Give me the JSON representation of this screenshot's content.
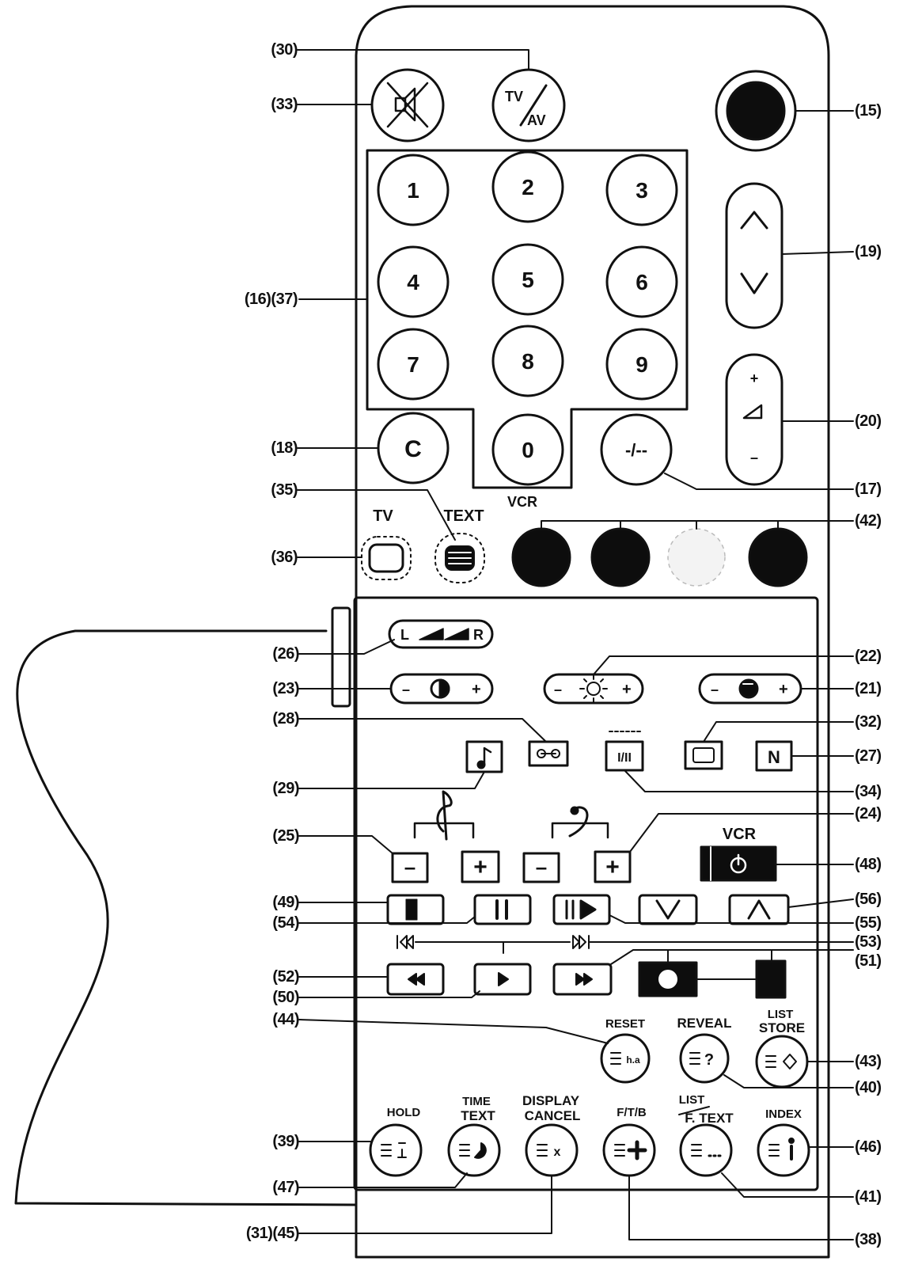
{
  "callouts": {
    "c30": "(30)",
    "c33": "(33)",
    "c15": "(15)",
    "c19": "(19)",
    "c16_37": "(16)(37)",
    "c20": "(20)",
    "c18": "(18)",
    "c35": "(35)",
    "c17": "(17)",
    "c42": "(42)",
    "c36": "(36)",
    "c26": "(26)",
    "c22": "(22)",
    "c23": "(23)",
    "c21": "(21)",
    "c28": "(28)",
    "c32": "(32)",
    "c27": "(27)",
    "c29": "(29)",
    "c34": "(34)",
    "c24": "(24)",
    "c25": "(25)",
    "c48": "(48)",
    "c49": "(49)",
    "c56": "(56)",
    "c54": "(54)",
    "c55": "(55)",
    "c53": "(53)",
    "c51": "(51)",
    "c52": "(52)",
    "c50": "(50)",
    "c44": "(44)",
    "c43": "(43)",
    "c40": "(40)",
    "c39": "(39)",
    "c46": "(46)",
    "c47": "(47)",
    "c41": "(41)",
    "c31_45": "(31)(45)",
    "c38": "(38)"
  },
  "buttons": {
    "tv_av_top": "TV",
    "tv_av_bottom": "AV",
    "digits": [
      "1",
      "2",
      "3",
      "4",
      "5",
      "6",
      "7",
      "8",
      "9",
      "0"
    ],
    "clear": "C",
    "dash": "-/--",
    "vol_plus": "+",
    "vol_minus": "–",
    "balance_left": "L",
    "balance_right": "R",
    "minus": "–",
    "plus": "+",
    "mono_n": "N",
    "dual_sound": "I/II"
  },
  "labels": {
    "tv": "TV",
    "text": "TEXT",
    "vcr_top": "VCR",
    "vcr_power": "VCR",
    "reset": "RESET",
    "reveal": "REVEAL",
    "list_store_1": "LIST",
    "list_store_2": "STORE",
    "hold": "HOLD",
    "time_text_1": "TIME",
    "time_text_2": "TEXT",
    "display_cancel_1": "DISPLAY",
    "display_cancel_2": "CANCEL",
    "ftb": "F/T/B",
    "list_ftext_1": "LIST",
    "list_ftext_2": "F. TEXT",
    "index": "INDEX"
  },
  "colors": {
    "ink": "#111111",
    "dark_button": "#0d0d0d",
    "faded_button": "#f3f3f3",
    "background": "#ffffff"
  },
  "icons": {
    "mute": "speaker-muted-icon",
    "power": "power-dot-icon",
    "program_up": "chevron-up-icon",
    "program_down": "chevron-down-icon",
    "volume": "volume-ramp-icon",
    "tv_mode": "tv-screen-icon",
    "text_mode": "teletext-icon",
    "contrast": "contrast-icon",
    "brightness": "sun-icon",
    "color": "color-circle-icon",
    "music": "music-note-icon",
    "tape": "tape-icon",
    "screen": "screen-icon",
    "treble": "treble-clef-icon",
    "bass": "bass-clef-icon",
    "vcr_power": "vcr-power-icon",
    "stop": "stop-icon",
    "pause": "pause-icon",
    "slow": "slow-icon",
    "channel_down": "triangle-down-icon",
    "channel_up": "triangle-up-icon",
    "rewind": "rewind-icon",
    "play": "play-icon",
    "fast_forward": "fast-forward-icon",
    "record": "record-icon",
    "record_stop": "record-stop-icon",
    "reset": "teletext-reset-icon",
    "reveal": "question-icon",
    "list_store": "diamond-icon",
    "hold": "hold-icon",
    "time_text": "clock-icon",
    "display_cancel": "cancel-x-icon",
    "ftb": "cross-plus-icon",
    "list_ftext": "ellipsis-icon",
    "index": "info-icon"
  }
}
